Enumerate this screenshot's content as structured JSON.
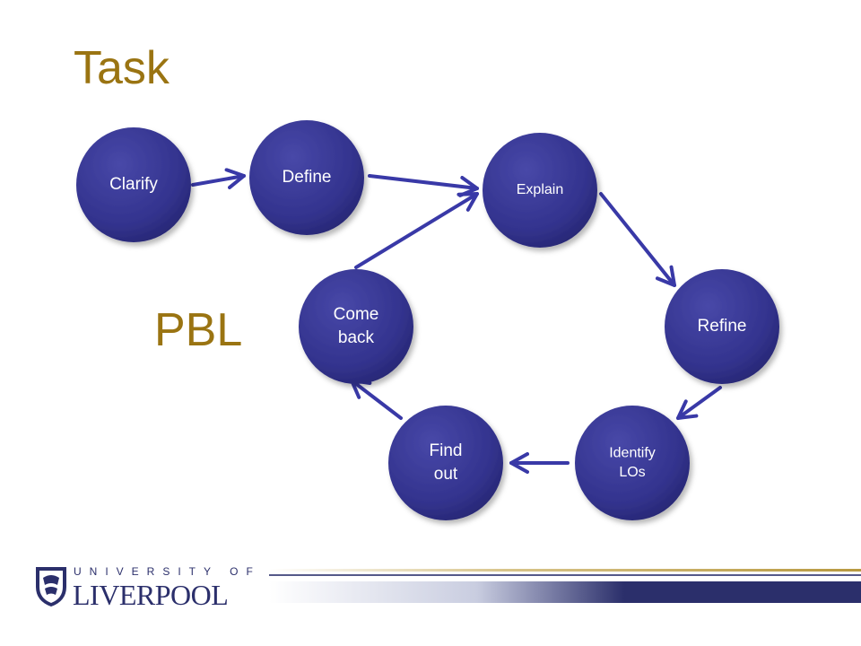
{
  "title": "Task",
  "side_label": "PBL",
  "colors": {
    "accent_gold": "#9a7412",
    "node_fill": "#34348f",
    "edge": "#3939a7",
    "brand_navy": "#2b2f6b"
  },
  "nodes": [
    {
      "id": "clarify",
      "label": [
        "Clarify"
      ]
    },
    {
      "id": "define",
      "label": [
        "Define"
      ]
    },
    {
      "id": "explain",
      "label": [
        "Explain"
      ]
    },
    {
      "id": "refine",
      "label": [
        "Refine"
      ]
    },
    {
      "id": "identify",
      "label": [
        "Identify",
        "LOs"
      ]
    },
    {
      "id": "find",
      "label": [
        "Find",
        "out"
      ]
    },
    {
      "id": "comeback",
      "label": [
        "Come",
        "back"
      ]
    }
  ],
  "edges": [
    {
      "from": "clarify",
      "to": "define"
    },
    {
      "from": "define",
      "to": "explain"
    },
    {
      "from": "explain",
      "to": "refine"
    },
    {
      "from": "refine",
      "to": "identify"
    },
    {
      "from": "identify",
      "to": "find"
    },
    {
      "from": "find",
      "to": "comeback"
    },
    {
      "from": "comeback",
      "to": "explain"
    }
  ],
  "footer": {
    "logo_line1": "UNIVERSITY OF",
    "logo_line2": "LIVERPOOL"
  }
}
